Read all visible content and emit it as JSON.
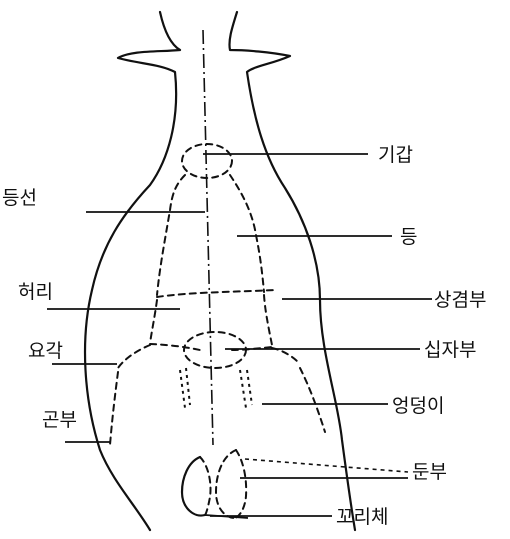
{
  "diagram": {
    "labels": {
      "gigap": "기갑",
      "deungseon": "등선",
      "deung": "등",
      "heori": "허리",
      "sanggyeombu": "상겸부",
      "yogak": "요각",
      "sipjabu": "십자부",
      "eongdeongi": "엉덩이",
      "gonbu": "곤부",
      "dunbu": "둔부",
      "kkorichae": "꼬리체"
    }
  }
}
